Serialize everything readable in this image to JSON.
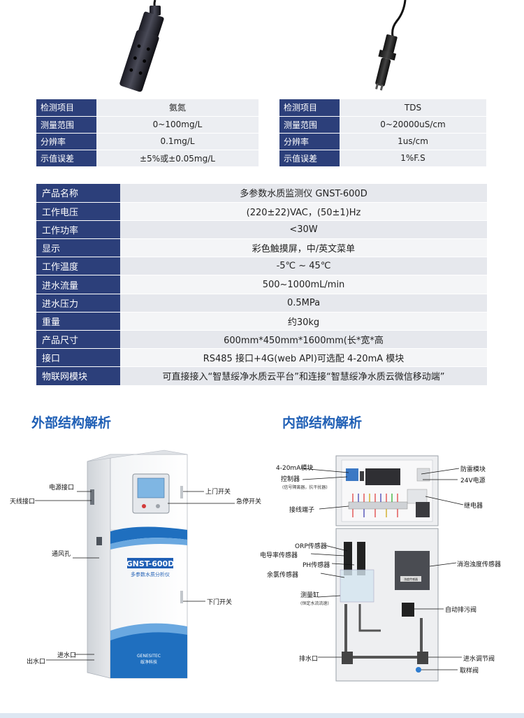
{
  "sensor_tables": [
    {
      "rows": [
        {
          "key": "检测项目",
          "value": "氨氮"
        },
        {
          "key": "测量范围",
          "value": "0~100mg/L"
        },
        {
          "key": "分辨率",
          "value": "0.1mg/L"
        },
        {
          "key": "示值误差",
          "value": "±5%或±0.05mg/L"
        }
      ]
    },
    {
      "rows": [
        {
          "key": "检测项目",
          "value": "TDS"
        },
        {
          "key": "测量范围",
          "value": "0~20000uS/cm"
        },
        {
          "key": "分辨率",
          "value": "1us/cm"
        },
        {
          "key": "示值误差",
          "value": "1%F.S"
        }
      ]
    }
  ],
  "product_specs": [
    {
      "key": "产品名称",
      "value": "多参数水质监测仪  GNST-600D"
    },
    {
      "key": "工作电压",
      "value": "(220±22)VAC，(50±1)Hz"
    },
    {
      "key": "工作功率",
      "value": "<30W"
    },
    {
      "key": "显示",
      "value": "彩色触摸屏，中/英文菜单"
    },
    {
      "key": "工作温度",
      "value": "-5℃ ~ 45℃"
    },
    {
      "key": "进水流量",
      "value": "500~1000mL/min"
    },
    {
      "key": "进水压力",
      "value": "0.5MPa"
    },
    {
      "key": "重量",
      "value": "约30kg"
    },
    {
      "key": "产品尺寸",
      "value": "600mm*450mm*1600mm(长*宽*高"
    },
    {
      "key": "接口",
      "value": "RS485 接口+4G(web API)可选配 4-20mA 模块"
    },
    {
      "key": "物联网模块",
      "value": "可直接接入“智慧绥净水质云平台”和连接“智慧绥净水质云微信移动端”"
    }
  ],
  "external": {
    "title": "外部结构解析",
    "model": "GNST-600D",
    "model_subtitle": "多参数水质分析仪",
    "brand": "GENESITEC",
    "brand_cn": "绥净科技",
    "labels": {
      "power": "电源接口",
      "antenna": "天线接口",
      "upper_door": "上门开关",
      "estop": "急停开关",
      "vent": "通风孔",
      "lower_door": "下门开关",
      "inlet": "进水口",
      "outlet": "出水口"
    }
  },
  "internal": {
    "title": "内部结构解析",
    "labels": {
      "module_420": "4-20mA模块",
      "controller": "控制器",
      "controller_note": "(信号隔离器，抗干扰器)",
      "terminal": "接线端子",
      "lightning": "防雷模块",
      "power24": "24V电源",
      "relay": "继电器",
      "orp": "ORP传感器",
      "conductivity": "电导率传感器",
      "ph": "PH传感器",
      "chlorine": "余氯传感器",
      "cylinder": "测量缸",
      "cylinder_note": "(恒定水流流速)",
      "turbidity": "消泡浊度传感器",
      "auto_valve": "自动排污阀",
      "drain": "排水口",
      "inlet_valve": "进水调节阀",
      "sample_valve": "取样阀",
      "turbidity_device_label": "浊度传感器"
    }
  },
  "colors": {
    "header_navy": "#2c3f7a",
    "title_blue": "#1f5fb5"
  }
}
